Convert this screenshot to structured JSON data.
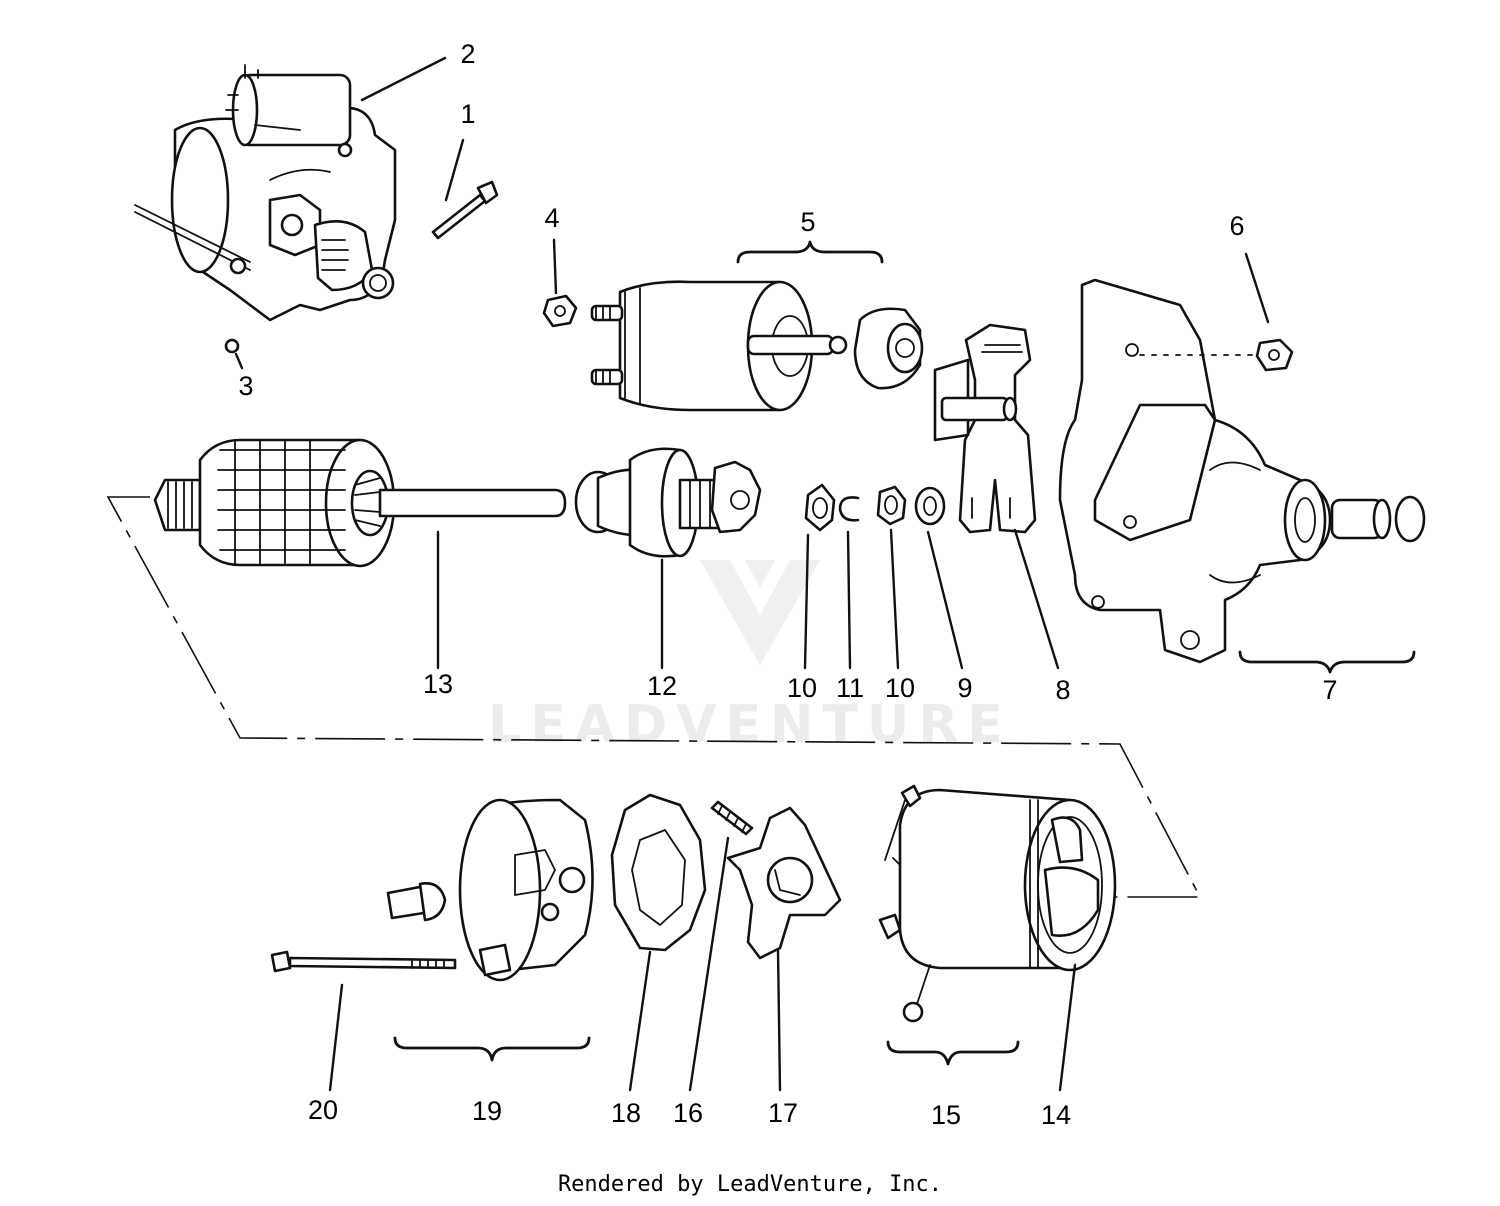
{
  "watermark": {
    "text": "LEADVENTURE"
  },
  "callouts": [
    {
      "id": "1",
      "label": "1"
    },
    {
      "id": "2",
      "label": "2"
    },
    {
      "id": "3",
      "label": "3"
    },
    {
      "id": "4",
      "label": "4"
    },
    {
      "id": "5",
      "label": "5"
    },
    {
      "id": "6",
      "label": "6"
    },
    {
      "id": "7",
      "label": "7"
    },
    {
      "id": "8",
      "label": "8"
    },
    {
      "id": "9",
      "label": "9"
    },
    {
      "id": "10a",
      "label": "10"
    },
    {
      "id": "11",
      "label": "11"
    },
    {
      "id": "10b",
      "label": "10"
    },
    {
      "id": "12",
      "label": "12"
    },
    {
      "id": "13",
      "label": "13"
    },
    {
      "id": "14",
      "label": "14"
    },
    {
      "id": "15",
      "label": "15"
    },
    {
      "id": "16",
      "label": "16"
    },
    {
      "id": "17",
      "label": "17"
    },
    {
      "id": "18",
      "label": "18"
    },
    {
      "id": "19",
      "label": "19"
    },
    {
      "id": "20",
      "label": "20"
    }
  ],
  "footer": {
    "credit": "Rendered by LeadVenture, Inc."
  }
}
